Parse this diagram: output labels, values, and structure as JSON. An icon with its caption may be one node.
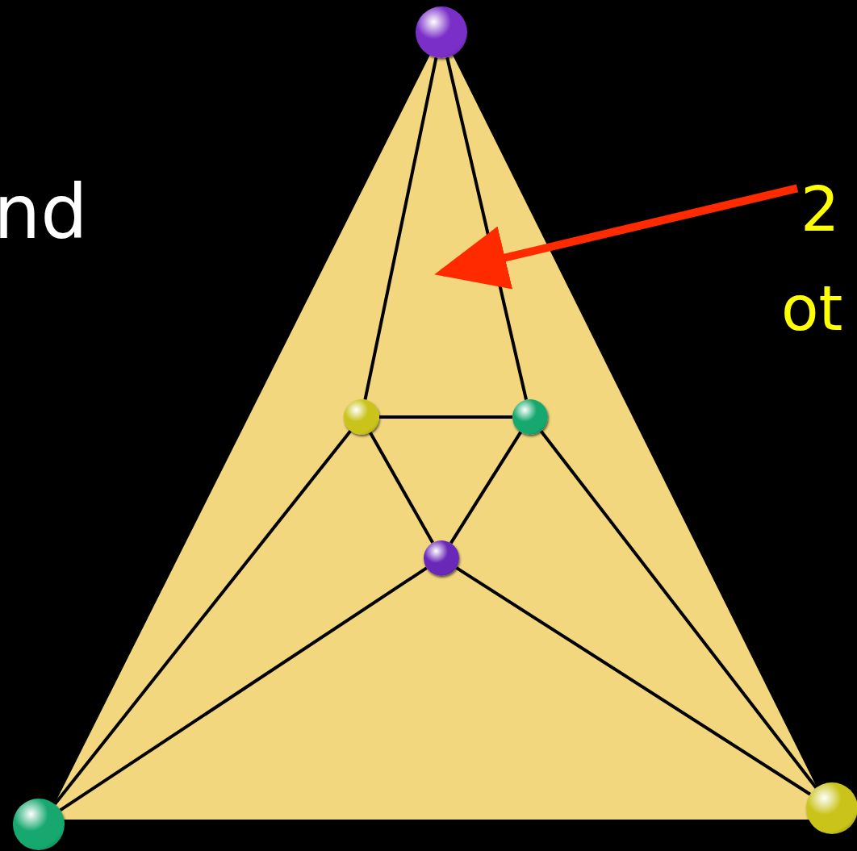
{
  "diagram": {
    "nodes": [
      {
        "text": [],
        "shape": "circle"
      },
      {
        "text": [],
        "shape": "circle"
      },
      {
        "text": [],
        "shape": "circle"
      },
      {
        "text": [],
        "shape": "circle"
      },
      {
        "text": [],
        "shape": "circle"
      },
      {
        "text": [],
        "shape": "circle"
      },
      {
        "text": [
          "2"
        ]
      }
    ],
    "edges": [
      {
        "from": 0,
        "to": 1,
        "arrow": "none"
      },
      {
        "from": 0,
        "to": 2,
        "arrow": "none"
      },
      {
        "from": 1,
        "to": 2,
        "arrow": "none"
      },
      {
        "from": 1,
        "to": 3,
        "arrow": "none"
      },
      {
        "from": 2,
        "to": 3,
        "arrow": "none"
      },
      {
        "from": 1,
        "to": 4,
        "arrow": "none"
      },
      {
        "from": 2,
        "to": 5,
        "arrow": "none"
      },
      {
        "from": 3,
        "to": 4,
        "arrow": "none"
      },
      {
        "from": 3,
        "to": 5,
        "arrow": "none"
      },
      {
        "from": 6,
        "to": null,
        "arrow": "to",
        "style": "thick",
        "color": "#ff2a00"
      }
    ],
    "labels": [
      "nd",
      "ot"
    ]
  }
}
